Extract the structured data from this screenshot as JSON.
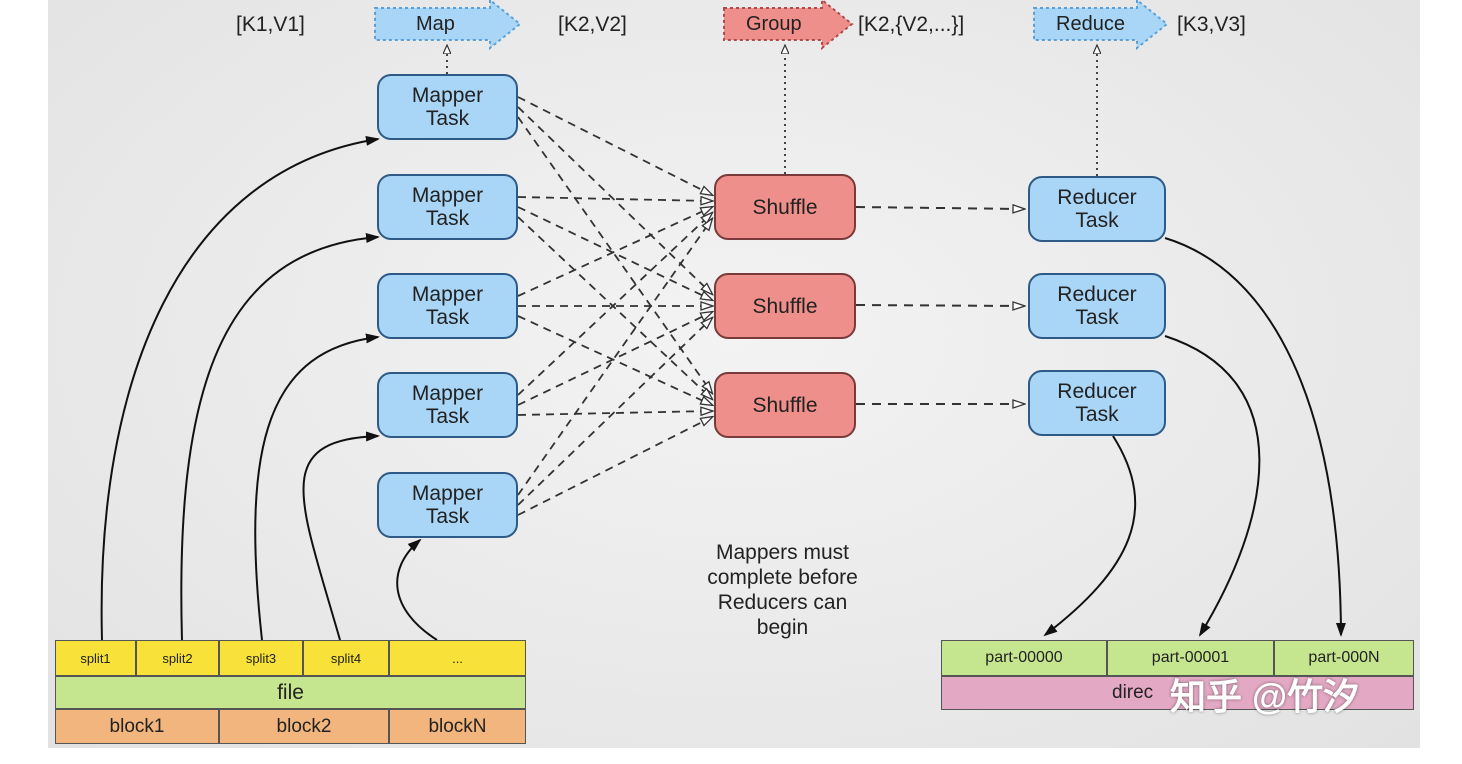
{
  "phase_tags": {
    "k1v1": "[K1,V1]",
    "k2v2": "[K2,V2]",
    "k2list": "[K2,{V2,...}]",
    "k3v3": "[K3,V3]"
  },
  "phases": {
    "map": "Map",
    "group": "Group",
    "reduce": "Reduce"
  },
  "mappers": [
    {
      "label": "Mapper\nTask"
    },
    {
      "label": "Mapper\nTask"
    },
    {
      "label": "Mapper\nTask"
    },
    {
      "label": "Mapper\nTask"
    },
    {
      "label": "Mapper\nTask"
    }
  ],
  "shuffles": [
    {
      "label": "Shuffle"
    },
    {
      "label": "Shuffle"
    },
    {
      "label": "Shuffle"
    }
  ],
  "reducers": [
    {
      "label": "Reducer\nTask"
    },
    {
      "label": "Reducer\nTask"
    },
    {
      "label": "Reducer\nTask"
    }
  ],
  "input": {
    "splits": [
      "split1",
      "split2",
      "split3",
      "split4",
      "..."
    ],
    "file": "file",
    "blocks": [
      "block1",
      "block2",
      "blockN"
    ]
  },
  "output": {
    "parts": [
      "part-00000",
      "part-00001",
      "part-000N"
    ],
    "directory": "direc"
  },
  "note": "Mappers must\ncomplete before\nReducers can\nbegin",
  "watermark": "知乎 @竹汐",
  "colors": {
    "mapper": "#a9d5f6",
    "shuffle": "#ef8f8b",
    "split": "#f8e23a",
    "file": "#c6e58f",
    "block": "#f3b57e",
    "directory": "#e3a9c4"
  }
}
